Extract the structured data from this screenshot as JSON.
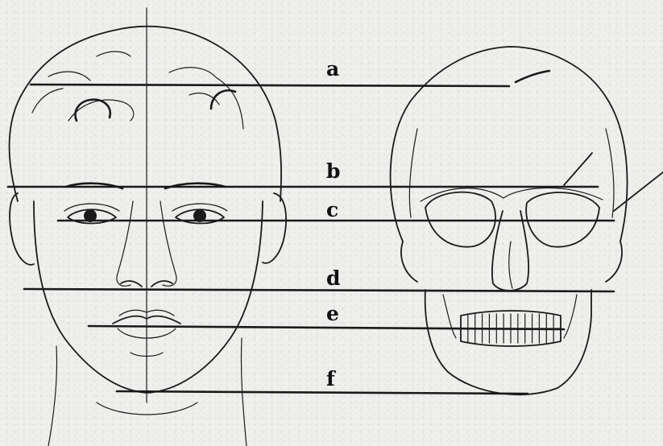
{
  "labels": [
    "a",
    "b",
    "c",
    "d",
    "e",
    "f"
  ],
  "colors": {
    "ink": "#1a1a1a",
    "paper": "#efefed"
  }
}
